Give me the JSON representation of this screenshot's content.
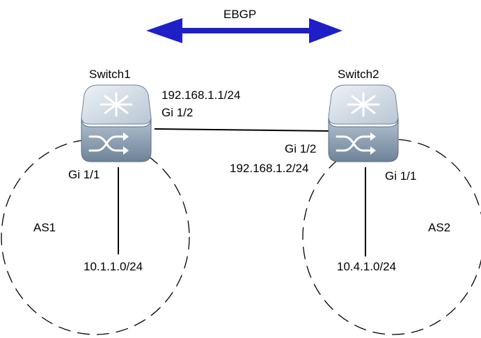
{
  "protocol": {
    "label": "EBGP",
    "arrow_color": "#1f1fc8"
  },
  "switches": [
    {
      "name": "Switch1"
    },
    {
      "name": "Switch2"
    }
  ],
  "link": {
    "switch1_ip": "192.168.1.1/24",
    "switch1_port": "Gi 1/2",
    "switch2_port": "Gi 1/2",
    "switch2_ip": "192.168.1.2/24"
  },
  "as1": {
    "label": "AS1",
    "port": "Gi 1/1",
    "network": "10.1.1.0/24"
  },
  "as2": {
    "label": "AS2",
    "port": "Gi 1/1",
    "network": "10.4.1.0/24"
  },
  "colors": {
    "switch_top": "#d4dde7",
    "switch_side": "#7f93a8",
    "switch_front": "#9db0c3",
    "line": "#000000"
  }
}
